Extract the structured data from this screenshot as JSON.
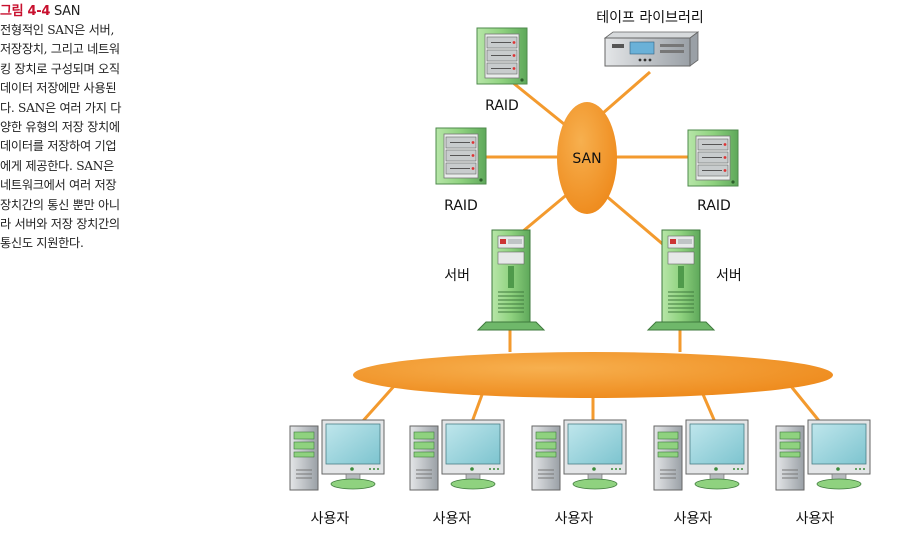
{
  "caption": {
    "figure_number": "그림 4-4",
    "figure_title": "SAN",
    "body": "전형적인 SAN은 서버, 저장장치, 그리고 네트워킹 장치로 구성되며 오직 데이터 저장에만 사용된다. SAN은 여러 가지 다양한 유형의 저장 장치에 데이터를 저장하여 기업에게 제공한다. SAN은 네트워크에서 여러 저장 장치간의 통신 뿐만 아니라 서버와 저장 장치간의 통신도 지원한다.",
    "lines": [
      "전형적인 SAN은 서버,",
      "저장장치, 그리고 네트워",
      "킹 장치로 구성되며 오직",
      "데이터 저장에만 사용된",
      "다. SAN은 여러 가지 다",
      "양한 유형의 저장 장치에",
      "데이터를 저장하여 기업",
      "에게 제공한다. SAN은",
      "네트워크에서 여러 저장",
      "장치간의 통신 뿐만 아니",
      "라 서버와 저장 장치간의",
      "통신도 지원한다."
    ]
  },
  "diagram": {
    "hub_label": "SAN",
    "tape_library_label": "테이프 라이브러리",
    "raid_labels": [
      "RAID",
      "RAID",
      "RAID"
    ],
    "server_labels": [
      "서버",
      "서버"
    ],
    "user_labels": [
      "사용자",
      "사용자",
      "사용자",
      "사용자",
      "사용자"
    ],
    "colors": {
      "network": "#f39a2e",
      "device_green": "#8ed08a",
      "device_dark": "#5aa65a",
      "monitor_screen": "#9fd8e0"
    }
  }
}
